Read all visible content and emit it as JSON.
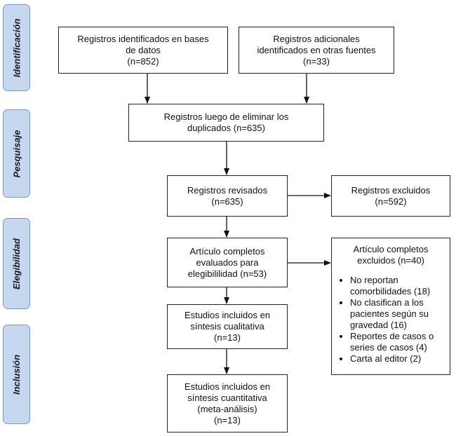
{
  "phases": {
    "identificacion": "Identificación",
    "pesquisaje": "Pesquisaje",
    "elegibilidad": "Elegibilidad",
    "inclusion": "Inclusión"
  },
  "boxes": {
    "databases": {
      "lines": [
        "Registros identificados en bases",
        "de datos",
        "(n=852)"
      ]
    },
    "other_sources": {
      "lines": [
        "Registros adicionales",
        "identificados en otras fuentes",
        "(n=33)"
      ]
    },
    "after_duplicates": {
      "lines": [
        "Registros luego de eliminar los",
        "duplicados (n=635)"
      ]
    },
    "screened": {
      "lines": [
        "Registros revisados",
        "(n=635)"
      ]
    },
    "excluded": {
      "lines": [
        "Registros excluidos",
        "(n=592)"
      ]
    },
    "fulltext_assessed": {
      "lines": [
        "Artículo completos",
        "evaluados para",
        "elegibililidad (n=53)"
      ]
    },
    "fulltext_excluded": {
      "lines": [
        "Artículo completos",
        "excluidos (n=40)"
      ],
      "reasons": [
        [
          "No reportan",
          "comorbilidades (18)"
        ],
        [
          "No clasifican a los",
          "pacientes según su",
          "gravedad (16)"
        ],
        [
          "Reportes de casos o",
          "series de casos (4)"
        ],
        [
          "Carta al editor (2)"
        ]
      ]
    },
    "qualitative": {
      "lines": [
        "Estudios incluidos en",
        "síntesis cualitativa",
        "(n=13)"
      ]
    },
    "quantitative": {
      "lines": [
        "Estudios incluidos en",
        "síntesis cuantitativa",
        "(meta-análisis)",
        "(n=13)"
      ]
    }
  }
}
